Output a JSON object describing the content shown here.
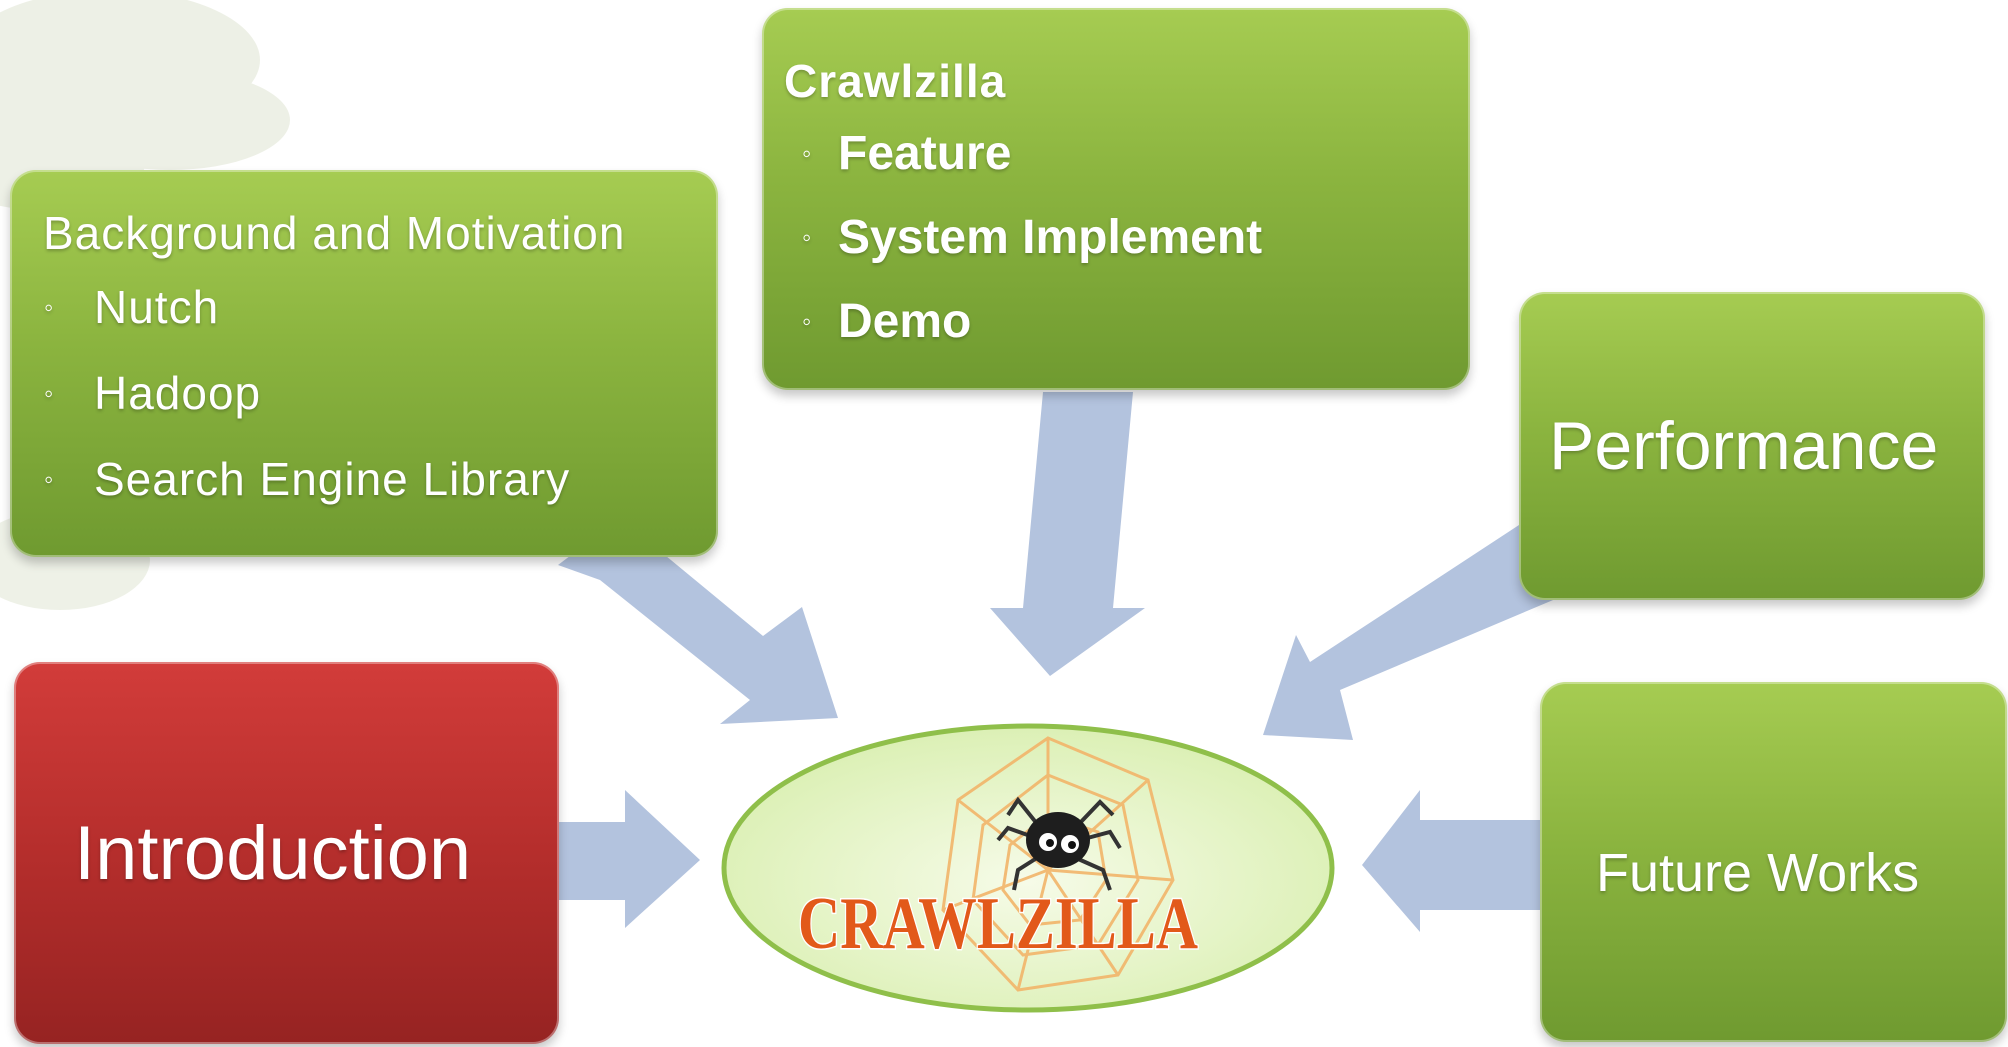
{
  "boxes": {
    "background": {
      "title": "Background and Motivation",
      "items": [
        "Nutch",
        "Hadoop",
        "Search Engine Library"
      ],
      "color": "#8bb43f"
    },
    "crawlzilla": {
      "title": "Crawlzilla",
      "items": [
        "Feature",
        "System Implement",
        "Demo"
      ],
      "color": "#8bb43f"
    },
    "performance": {
      "title": "Performance",
      "color": "#8bb43f"
    },
    "future_works": {
      "title": "Future Works",
      "color": "#8bb43f"
    },
    "introduction": {
      "title": "Introduction",
      "color": "#b52e2c"
    }
  },
  "bullet_glyph": "◦",
  "hub": {
    "logo_text": "CRAWLZILLA",
    "logo_color": "#e2591a",
    "ellipse_fill": "#e4f3c4"
  },
  "arrow_color": "#b3c3de"
}
